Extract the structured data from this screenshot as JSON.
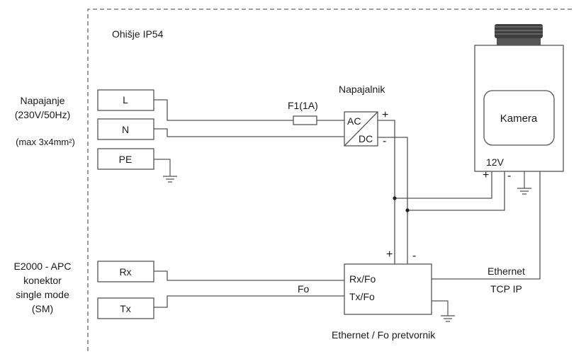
{
  "enclosure": {
    "label": "Ohišje IP54"
  },
  "power_input": {
    "title_line1": "Napajanje",
    "title_line2": "(230V/50Hz)",
    "title_line3": "(max 3x4mm²)",
    "terminals": [
      "L",
      "N",
      "PE"
    ]
  },
  "fuse": {
    "label_main": "F1",
    "label_rating": "(1A)"
  },
  "power_supply": {
    "title": "Napajalnik",
    "ac": "AC",
    "dc": "DC",
    "plus": "+",
    "minus": "-"
  },
  "camera": {
    "label": "Kamera",
    "voltage": "12V",
    "plus": "+",
    "minus": "-"
  },
  "fiber_input": {
    "title_line1": "E2000 - APC",
    "title_line2": "konektor",
    "title_line3": "single mode",
    "title_line4": "(SM)",
    "terminals": [
      "Rx",
      "Tx"
    ],
    "line_label": "Fo"
  },
  "converter": {
    "rx": "Rx/Fo",
    "tx": "Tx/Fo",
    "title": "Ethernet / Fo pretvornik",
    "plus": "+",
    "minus": "-"
  },
  "ethernet": {
    "line1": "Ethernet",
    "line2": "TCP IP"
  }
}
